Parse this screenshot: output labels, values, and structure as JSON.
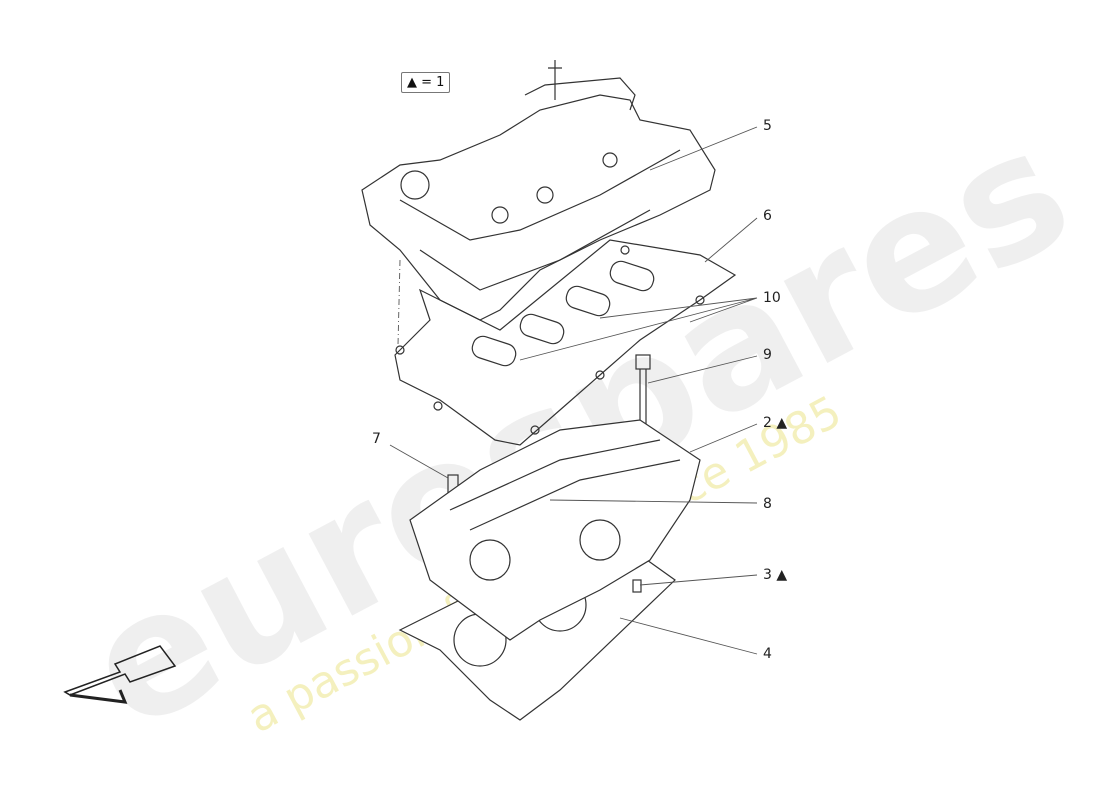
{
  "legend": {
    "symbol": "▲",
    "text": "= 1"
  },
  "callouts": [
    {
      "id": "5",
      "label": "5"
    },
    {
      "id": "6",
      "label": "6"
    },
    {
      "id": "10",
      "label": "10"
    },
    {
      "id": "9",
      "label": "9"
    },
    {
      "id": "2",
      "label": "2 ▲"
    },
    {
      "id": "7",
      "label": "7"
    },
    {
      "id": "8",
      "label": "8"
    },
    {
      "id": "3",
      "label": "3 ▲"
    },
    {
      "id": "4",
      "label": "4"
    }
  ],
  "watermark": {
    "brand": "eurospares",
    "tagline": "a passion for parts since 1985"
  },
  "colors": {
    "line": "#333333",
    "watermark_tagline": "#e8e070"
  }
}
